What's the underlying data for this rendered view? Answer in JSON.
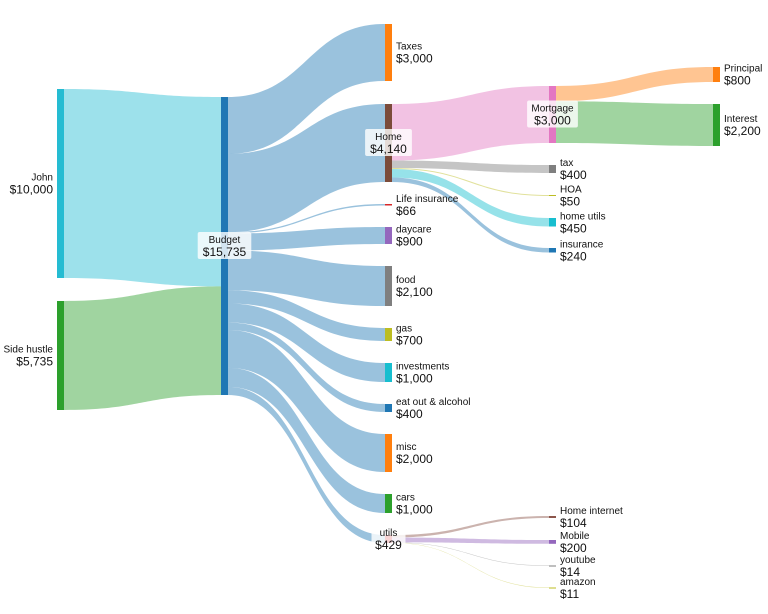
{
  "chart_data": {
    "type": "sankey",
    "nodes": [
      {
        "id": "john",
        "name": "John",
        "value": "$10,000",
        "color": "#25bcd2"
      },
      {
        "id": "side_hustle",
        "name": "Side hustle",
        "value": "$5,735",
        "color": "#2ca02c"
      },
      {
        "id": "budget",
        "name": "Budget",
        "value": "$15,735",
        "color": "#1f77b4"
      },
      {
        "id": "taxes",
        "name": "Taxes",
        "value": "$3,000",
        "color": "#ff7f0e"
      },
      {
        "id": "home",
        "name": "Home",
        "value": "$4,140",
        "color": "#7b4b3a"
      },
      {
        "id": "life_ins",
        "name": "Life insurance",
        "value": "$66",
        "color": "#d62728"
      },
      {
        "id": "daycare",
        "name": "daycare",
        "value": "$900",
        "color": "#9467bd"
      },
      {
        "id": "food",
        "name": "food",
        "value": "$2,100",
        "color": "#7f7f7f"
      },
      {
        "id": "gas",
        "name": "gas",
        "value": "$700",
        "color": "#bcbd22"
      },
      {
        "id": "investments",
        "name": "investments",
        "value": "$1,000",
        "color": "#17becf"
      },
      {
        "id": "eatout",
        "name": "eat out & alcohol",
        "value": "$400",
        "color": "#1f77b4"
      },
      {
        "id": "misc",
        "name": "misc",
        "value": "$2,000",
        "color": "#ff7f0e"
      },
      {
        "id": "cars",
        "name": "cars",
        "value": "$1,000",
        "color": "#2ca02c"
      },
      {
        "id": "utils",
        "name": "utils",
        "value": "$429",
        "color": "#d62728"
      },
      {
        "id": "mortgage",
        "name": "Mortgage",
        "value": "$3,000",
        "color": "#e377c2"
      },
      {
        "id": "tax",
        "name": "tax",
        "value": "$400",
        "color": "#7f7f7f"
      },
      {
        "id": "hoa",
        "name": "HOA",
        "value": "$50",
        "color": "#bcbd22"
      },
      {
        "id": "home_utils",
        "name": "home utils",
        "value": "$450",
        "color": "#17becf"
      },
      {
        "id": "insurance",
        "name": "insurance",
        "value": "$240",
        "color": "#1f77b4"
      },
      {
        "id": "principal",
        "name": "Principal",
        "value": "$800",
        "color": "#ff7f0e"
      },
      {
        "id": "interest",
        "name": "Interest",
        "value": "$2,200",
        "color": "#2ca02c"
      },
      {
        "id": "home_internet",
        "name": "Home internet",
        "value": "$104",
        "color": "#8c564b"
      },
      {
        "id": "mobile",
        "name": "Mobile",
        "value": "$200",
        "color": "#9467bd"
      },
      {
        "id": "youtube",
        "name": "youtube",
        "value": "$14",
        "color": "#7f7f7f"
      },
      {
        "id": "amazon",
        "name": "amazon",
        "value": "$11",
        "color": "#bcbd22"
      }
    ],
    "links": [
      {
        "source": "john",
        "target": "budget",
        "value": 10000,
        "color": "#25bcd2"
      },
      {
        "source": "side_hustle",
        "target": "budget",
        "value": 5735,
        "color": "#2ca02c"
      },
      {
        "source": "budget",
        "target": "taxes",
        "value": 3000,
        "color": "#1f77b4"
      },
      {
        "source": "budget",
        "target": "home",
        "value": 4140,
        "color": "#1f77b4"
      },
      {
        "source": "budget",
        "target": "life_ins",
        "value": 66,
        "color": "#1f77b4"
      },
      {
        "source": "budget",
        "target": "daycare",
        "value": 900,
        "color": "#1f77b4"
      },
      {
        "source": "budget",
        "target": "food",
        "value": 2100,
        "color": "#1f77b4"
      },
      {
        "source": "budget",
        "target": "gas",
        "value": 700,
        "color": "#1f77b4"
      },
      {
        "source": "budget",
        "target": "investments",
        "value": 1000,
        "color": "#1f77b4"
      },
      {
        "source": "budget",
        "target": "eatout",
        "value": 400,
        "color": "#1f77b4"
      },
      {
        "source": "budget",
        "target": "misc",
        "value": 2000,
        "color": "#1f77b4"
      },
      {
        "source": "budget",
        "target": "cars",
        "value": 1000,
        "color": "#1f77b4"
      },
      {
        "source": "budget",
        "target": "utils",
        "value": 429,
        "color": "#1f77b4"
      },
      {
        "source": "home",
        "target": "mortgage",
        "value": 3000,
        "color": "#e377c2"
      },
      {
        "source": "home",
        "target": "tax",
        "value": 400,
        "color": "#7f7f7f"
      },
      {
        "source": "home",
        "target": "hoa",
        "value": 50,
        "color": "#bcbd22"
      },
      {
        "source": "home",
        "target": "home_utils",
        "value": 450,
        "color": "#17becf"
      },
      {
        "source": "home",
        "target": "insurance",
        "value": 240,
        "color": "#1f77b4"
      },
      {
        "source": "mortgage",
        "target": "principal",
        "value": 800,
        "color": "#ff7f0e"
      },
      {
        "source": "mortgage",
        "target": "interest",
        "value": 2200,
        "color": "#2ca02c"
      },
      {
        "source": "utils",
        "target": "home_internet",
        "value": 104,
        "color": "#8c564b"
      },
      {
        "source": "utils",
        "target": "mobile",
        "value": 200,
        "color": "#9467bd"
      },
      {
        "source": "utils",
        "target": "youtube",
        "value": 14,
        "color": "#7f7f7f"
      },
      {
        "source": "utils",
        "target": "amazon",
        "value": 11,
        "color": "#bcbd22"
      }
    ]
  }
}
